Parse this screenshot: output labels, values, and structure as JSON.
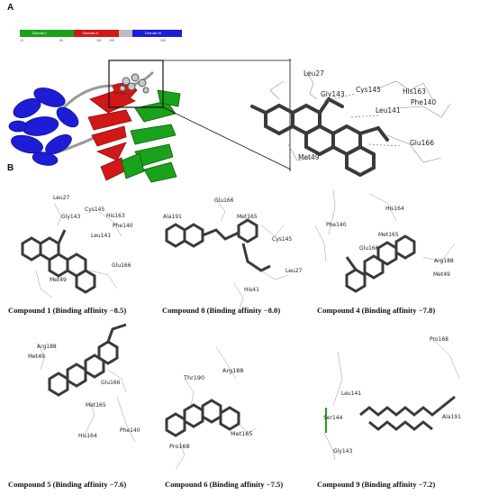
{
  "panel_a": {
    "label": "A",
    "domains": [
      {
        "name": "Domain I",
        "color": "#1aa21a"
      },
      {
        "name": "Domain II",
        "color": "#d01818"
      },
      {
        "name": "",
        "color": "#bcbcbc"
      },
      {
        "name": "Domain III",
        "color": "#1d1dd8"
      }
    ],
    "domain_ticks": [
      "10",
      "99",
      "182",
      "199",
      "305"
    ],
    "residues": [
      "Leu27",
      "Gly143",
      "Cys145",
      "His163",
      "Leu141",
      "Phe140",
      "Glu166",
      "Met49"
    ]
  },
  "panel_b": {
    "label": "B",
    "compounds": [
      {
        "caption": "Compound 1 (Binding affinity −8.5)",
        "residues": [
          "Leu27",
          "Gly143",
          "Cys145",
          "His163",
          "Phe140",
          "Leu141",
          "Glu166",
          "Met49"
        ]
      },
      {
        "caption": "Compound 8 (Binding affinity −8.0)",
        "residues": [
          "Glu166",
          "Ala191",
          "Met165",
          "Cys145",
          "Leu27",
          "His41"
        ]
      },
      {
        "caption": "Compound 4 (Binding affinity −7.8)",
        "residues": [
          "His164",
          "Phe140",
          "Met165",
          "Glu166",
          "Arg188",
          "Met49"
        ]
      },
      {
        "caption": "Compound 5 (Binding affinity −7.6)",
        "residues": [
          "Arg188",
          "Met49",
          "Glu166",
          "Met165",
          "His164",
          "Phe140"
        ]
      },
      {
        "caption": "Compound 6 (Binding affinity −7.5)",
        "residues": [
          "Thr190",
          "Arg188",
          "Pro168",
          "Met165"
        ]
      },
      {
        "caption": "Compound 9 (Binding affinity −7.2)",
        "residues": [
          "Pro168",
          "Leu141",
          "Ser144",
          "Ala191",
          "Gly143"
        ]
      }
    ]
  },
  "colors": {
    "domain_i": "#1aa21a",
    "domain_ii": "#d01818",
    "domain_iii": "#1d1dd8",
    "linker": "#bcbcbc",
    "ligand": "#3a3a3a"
  }
}
